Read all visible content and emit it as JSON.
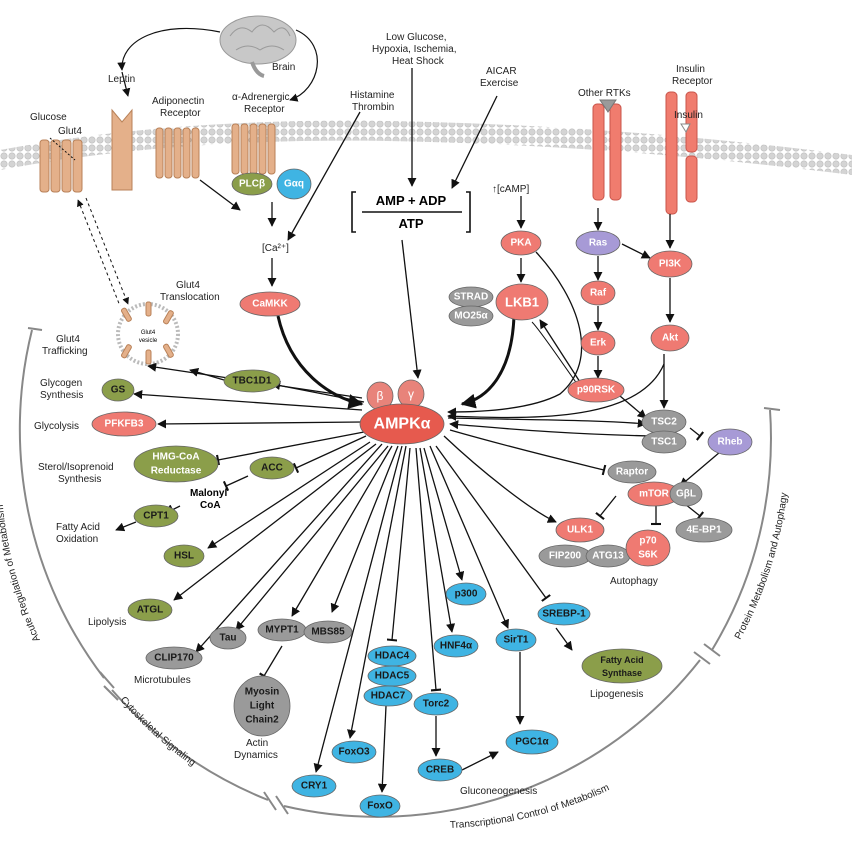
{
  "colors": {
    "red": "#ef7a72",
    "green": "#8b9e4a",
    "blue": "#3fb4e3",
    "grey": "#9a9a9a",
    "purple": "#a79ad6",
    "receptor": "#e4b08a",
    "membrane": "#d9d9d9",
    "pink": "#e8837a"
  },
  "stimuli": {
    "leptin": "Leptin",
    "brain": "Brain",
    "glucose": "Glucose",
    "glut4": "Glut4",
    "adiponectin": [
      "Adiponectin",
      "Receptor"
    ],
    "alpha_adrenergic": [
      "α-Adrenergic",
      "Receptor"
    ],
    "histamine": [
      "Histamine",
      "Thrombin"
    ],
    "low_glucose": [
      "Low Glucose,",
      "Hypoxia, Ischemia,",
      "Heat Shock"
    ],
    "aicar": [
      "AICAR",
      "Exercise"
    ],
    "other_rtks": "Other RTKs",
    "insulin_receptor": [
      "Insulin",
      "Receptor"
    ],
    "insulin": "Insulin",
    "camp": "↑[cAMP]",
    "amp_adp": "AMP + ADP",
    "atp": "ATP",
    "ca": "[Ca²⁺]",
    "glut4_translocation": [
      "Glut4",
      "Translocation"
    ],
    "glut4_vesicle": [
      "Glut4",
      "vesicle"
    ]
  },
  "nodes": {
    "plcb": "PLCβ",
    "gaq": "Gαq",
    "camkk": "CaMKK",
    "pka": "PKA",
    "lkb1": "LKB1",
    "strad": "STRAD",
    "mo25": "MO25α",
    "ras": "Ras",
    "raf": "Raf",
    "erk": "Erk",
    "p90rsk": "p90RSK",
    "pi3k": "PI3K",
    "akt": "Akt",
    "tsc2": "TSC2",
    "tsc1": "TSC1",
    "rheb": "Rheb",
    "raptor": "Raptor",
    "mtor": "mTOR",
    "gbl": "GβL",
    "ebp1": "4E-BP1",
    "ulk1": "ULK1",
    "fip200": "FIP200",
    "atg13": "ATG13",
    "p70s6k": [
      "p70",
      "S6K"
    ],
    "tbc1d1": "TBC1D1",
    "gs": "GS",
    "pfkfb3": "PFKFB3",
    "hmgcoa": [
      "HMG-CoA",
      "Reductase"
    ],
    "acc": "ACC",
    "cpt1": "CPT1",
    "hsl": "HSL",
    "atgl": "ATGL",
    "clip170": "CLIP170",
    "tau": "Tau",
    "mypt1": "MYPT1",
    "mbs85": "MBS85",
    "mlc2": [
      "Myosin",
      "Light",
      "Chain2"
    ],
    "cry1": "CRY1",
    "foxo3": "FoxO3",
    "foxo": "FoxO",
    "hdac4": "HDAC4",
    "hdac5": "HDAC5",
    "hdac7": "HDAC7",
    "torc2": "Torc2",
    "creb": "CREB",
    "hnf4a": "HNF4α",
    "p300": "p300",
    "sirt1": "SirT1",
    "pgc1a": "PGC1α",
    "srebp1": "SREBP-1",
    "fas": [
      "Fatty Acid",
      "Synthase"
    ],
    "ampk": "AMPKα",
    "beta": "β",
    "gamma": "γ"
  },
  "process_labels": {
    "glut4_trafficking": [
      "Glut4",
      "Trafficking"
    ],
    "glycogen_synthesis": [
      "Glycogen",
      "Synthesis"
    ],
    "glycolysis": "Glycolysis",
    "sterol": [
      "Sterol/Isoprenoid",
      "Synthesis"
    ],
    "malonyl_coa": [
      "Malonyl",
      "CoA"
    ],
    "fatty_acid_oxidation": [
      "Fatty Acid",
      "Oxidation"
    ],
    "lipolysis": "Lipolysis",
    "microtubules": "Microtubules",
    "actin_dynamics": [
      "Actin",
      "Dynamics"
    ],
    "gluconeogenesis": "Gluconeogenesis",
    "lipogenesis": "Lipogenesis",
    "autophagy": "Autophagy"
  },
  "arc_labels": {
    "acute": "Acute Regulation of Metabolism",
    "cytoskeletal": "Cytoskeletal Signaling",
    "transcriptional": "Transcriptional Control of Metabolism",
    "protein": "Protein Metabolism and Autophagy"
  }
}
